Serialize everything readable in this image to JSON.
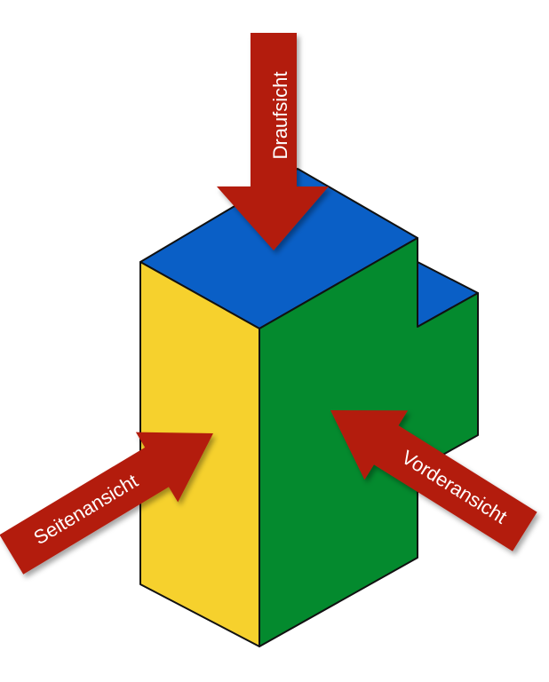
{
  "labels": {
    "top_view": "Draufsicht",
    "side_view": "Seitenansicht",
    "front_view": "Vorderansicht"
  },
  "colors": {
    "top": "#0a5fc6",
    "side": "#f6d12d",
    "front": "#048a2e",
    "arrow": "#b31d0f",
    "outline": "#111111"
  }
}
